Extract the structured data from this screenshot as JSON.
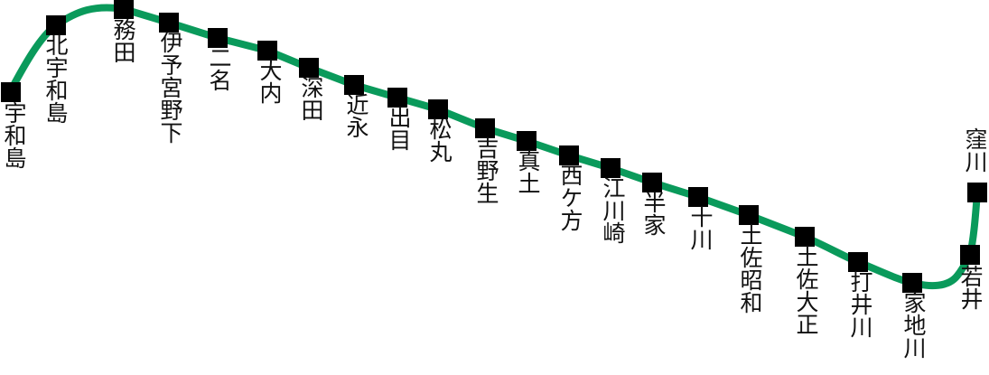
{
  "line": {
    "color": "#0a9a5b",
    "marker_color": "#000000",
    "stations": [
      {
        "name": "宇和島"
      },
      {
        "name": "北宇和島"
      },
      {
        "name": "務田"
      },
      {
        "name": "伊予宮野下"
      },
      {
        "name": "二名"
      },
      {
        "name": "大内"
      },
      {
        "name": "深田"
      },
      {
        "name": "近永"
      },
      {
        "name": "出目"
      },
      {
        "name": "松丸"
      },
      {
        "name": "吉野生"
      },
      {
        "name": "真土"
      },
      {
        "name": "西ケ方"
      },
      {
        "name": "江川崎"
      },
      {
        "name": "半家"
      },
      {
        "name": "十川"
      },
      {
        "name": "土佐昭和"
      },
      {
        "name": "土佐大正"
      },
      {
        "name": "打井川"
      },
      {
        "name": "家地川"
      },
      {
        "name": "若井"
      },
      {
        "name": "窪川"
      }
    ]
  }
}
